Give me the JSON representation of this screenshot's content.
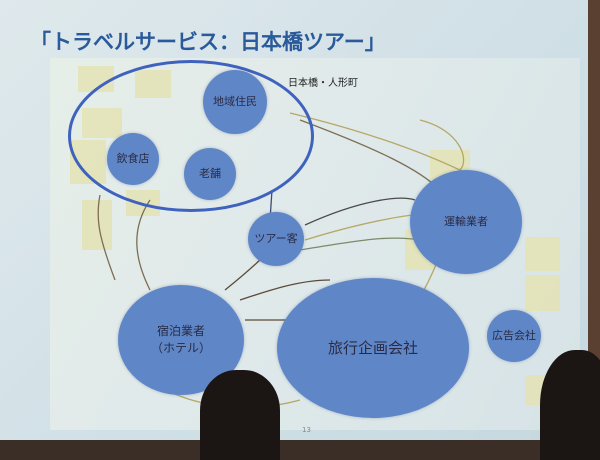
{
  "slide": {
    "title": "「トラベルサービス：日本橋ツアー」",
    "area_label": "日本橋・人形町",
    "page_number": "13"
  },
  "nodes": {
    "local_residents": "地域住民",
    "restaurant": "飲食店",
    "old_shop": "老舗",
    "tourists": "ツアー客",
    "transport": "運輸業者",
    "lodging_line1": "宿泊業者",
    "lodging_line2": "（ホテル）",
    "travel_planner": "旅行企画会社",
    "advertising": "広告会社"
  },
  "colors": {
    "circle": "#5f87c7",
    "ellipse": "#3f62bf",
    "title": "#2b5a9a"
  }
}
